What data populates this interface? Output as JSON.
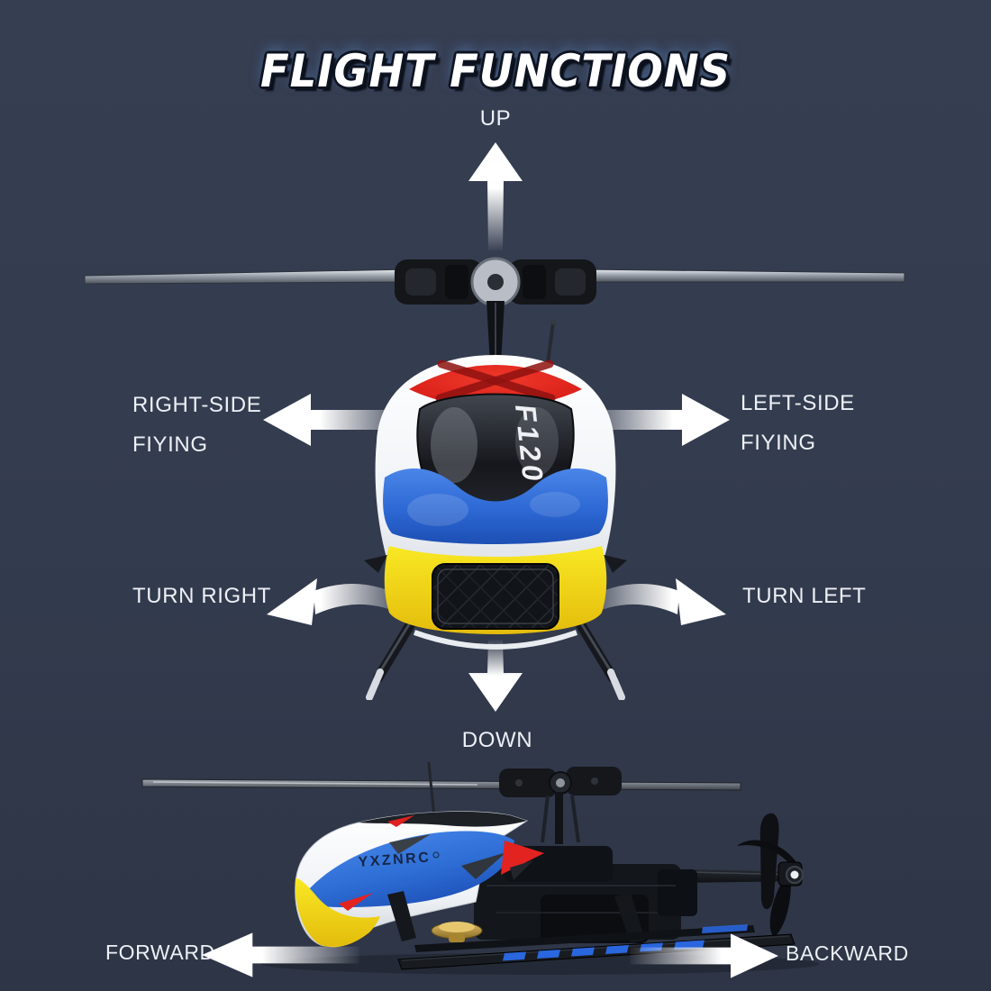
{
  "title": "FLIGHT FUNCTIONS",
  "labels": {
    "up": "UP",
    "down": "DOWN",
    "right_side": {
      "line1": "RIGHT-SIDE",
      "line2": "FIYING"
    },
    "left_side": {
      "line1": "LEFT-SIDE",
      "line2": "FIYING"
    },
    "turn_right": "TURN RIGHT",
    "turn_left": "TURN LEFT",
    "forward": "FORWARD",
    "backward": "BACKWARD"
  },
  "helicopter": {
    "front_view_decal": "F120",
    "side_view_decal": "YXZNRC"
  },
  "colors": {
    "background": "#333b4e",
    "label_text": "#edf0f5",
    "arrow_white": "#ffffff",
    "canopy_blue": "#2e6fd6",
    "canopy_red": "#e02420",
    "canopy_yellow": "#f6e01c",
    "canopy_white": "#f8fafc",
    "skid_accent_blue": "#2a66dd",
    "gear_brass": "#c9a54a",
    "title_glow_blue": "#6096dc"
  }
}
